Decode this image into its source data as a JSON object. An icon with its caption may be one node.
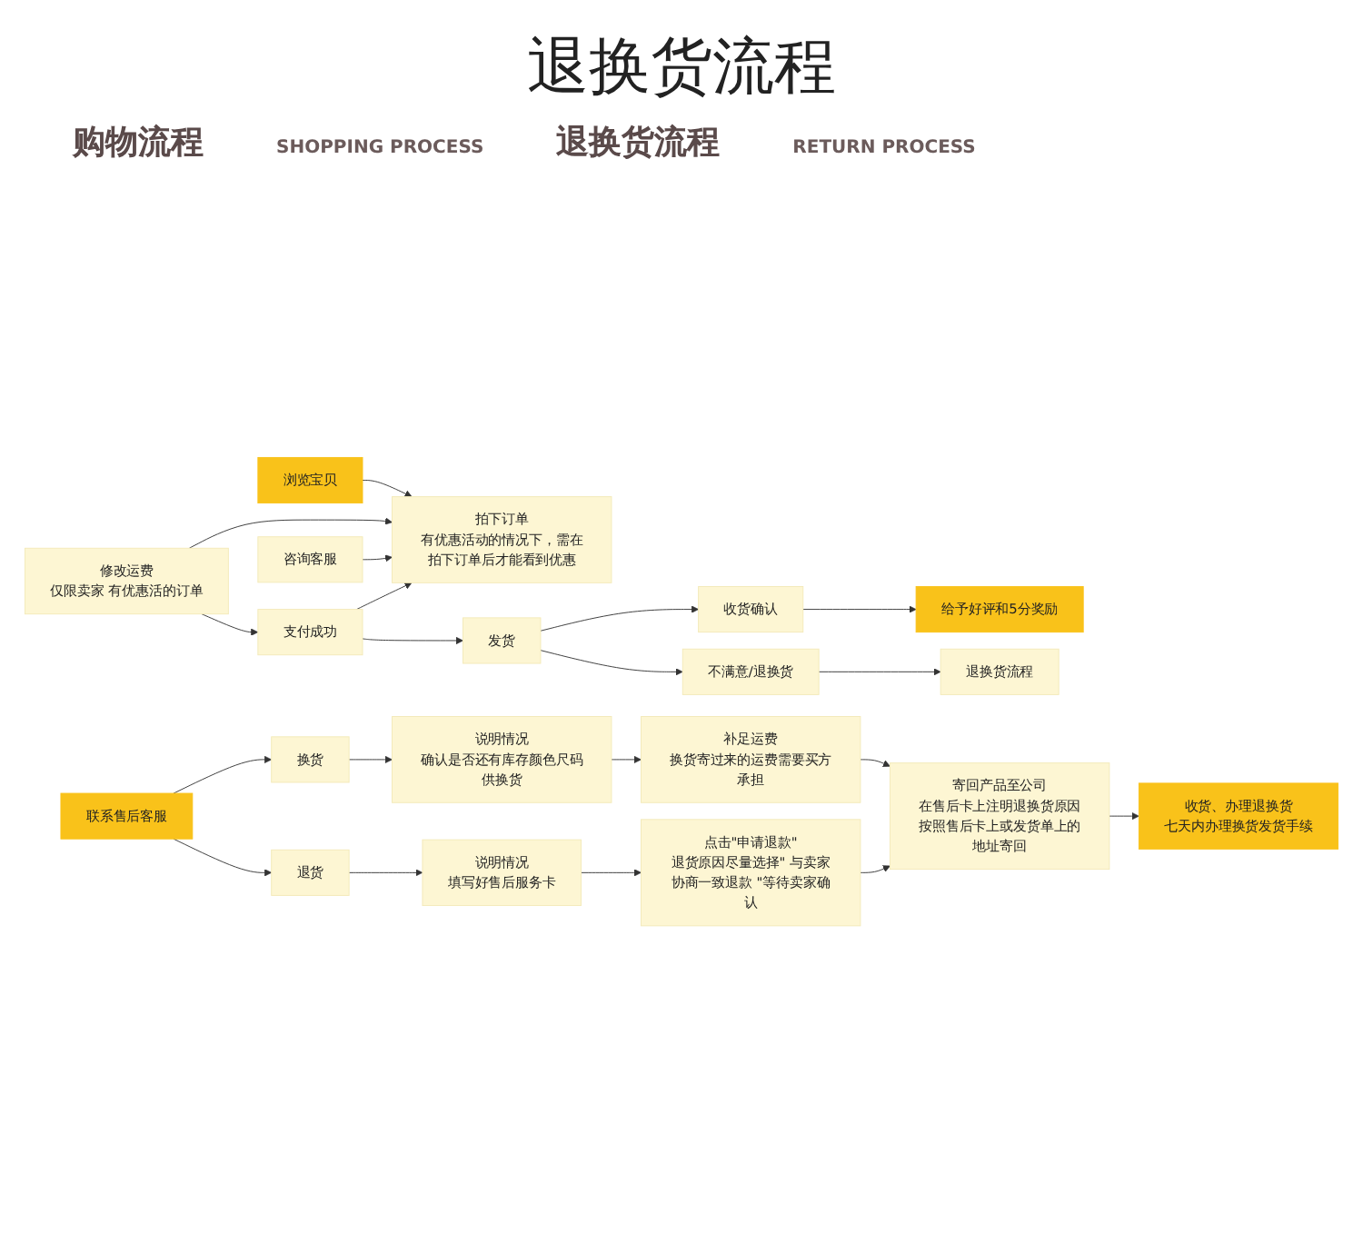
{
  "diagram": {
    "title": "退换货流程",
    "nodes": [
      {
        "text": [
          "浏览宝贝"
        ]
      },
      {
        "text": [
          "拍下订单",
          "有优惠活动的情况下，需在拍下订单后才能看到优惠"
        ]
      },
      {
        "text": [
          "支付成功"
        ]
      },
      {
        "text": [
          "发货"
        ]
      },
      {
        "text": [
          "收货确认"
        ]
      },
      {
        "text": [
          "给予好评和5分奖励"
        ]
      },
      {
        "text": [
          "咨询客服"
        ]
      },
      {
        "text": [
          "修改运费",
          "仅限卖家 有优惠活的订单"
        ]
      },
      {
        "text": [
          "不满意/退换货"
        ]
      },
      {
        "text": [
          "退换货流程"
        ]
      },
      {
        "text": [
          "联系售后客服"
        ]
      },
      {
        "text": [
          "换货"
        ]
      },
      {
        "text": [
          "说明情况",
          "确认是否还有库存颜色尺码供换货"
        ]
      },
      {
        "text": [
          "补足运费",
          "换货寄过来的运费需要买方承担"
        ]
      },
      {
        "text": [
          "寄回产品至公司",
          "在售后卡上注明退换货原因按照售后卡上或发货单上的地址寄回"
        ]
      },
      {
        "text": [
          "退货"
        ]
      },
      {
        "text": [
          "说明情况",
          "填写好售后服务卡"
        ]
      },
      {
        "text": [
          "点击\"申请退款\"",
          "退货原因尽量选择\" 与卖家协商一致退款 \"等待卖家确认"
        ]
      },
      {
        "text": [
          "收货、办理退换货",
          "七天内办理换货发货手续"
        ]
      }
    ],
    "edges": [
      {
        "from": 0,
        "to": 1,
        "arrow": "to"
      },
      {
        "from": 2,
        "to": 1,
        "arrow": "to"
      },
      {
        "from": 6,
        "to": 1,
        "arrow": "to"
      },
      {
        "from": 7,
        "to": 1,
        "arrow": "to"
      },
      {
        "from": 7,
        "to": 2,
        "arrow": "to"
      },
      {
        "from": 2,
        "to": 3,
        "arrow": "to"
      },
      {
        "from": 3,
        "to": 4,
        "arrow": "to"
      },
      {
        "from": 4,
        "to": 5,
        "arrow": "to"
      },
      {
        "from": 3,
        "to": 8,
        "arrow": "to"
      },
      {
        "from": 8,
        "to": 9,
        "arrow": "to"
      },
      {
        "from": 10,
        "to": 11,
        "arrow": "to"
      },
      {
        "from": 10,
        "to": 15,
        "arrow": "to"
      },
      {
        "from": 11,
        "to": 12,
        "arrow": "to"
      },
      {
        "from": 12,
        "to": 13,
        "arrow": "to"
      },
      {
        "from": 13,
        "to": 14,
        "arrow": "to"
      },
      {
        "from": 15,
        "to": 16,
        "arrow": "to"
      },
      {
        "from": 16,
        "to": 17,
        "arrow": "to"
      },
      {
        "from": 17,
        "to": 14,
        "arrow": "to"
      },
      {
        "from": 14,
        "to": 18,
        "arrow": "to"
      }
    ],
    "labels": [
      "购物流程",
      "SHOPPING PROCESS",
      "退换货流程",
      "RETURN PROCESS"
    ]
  }
}
